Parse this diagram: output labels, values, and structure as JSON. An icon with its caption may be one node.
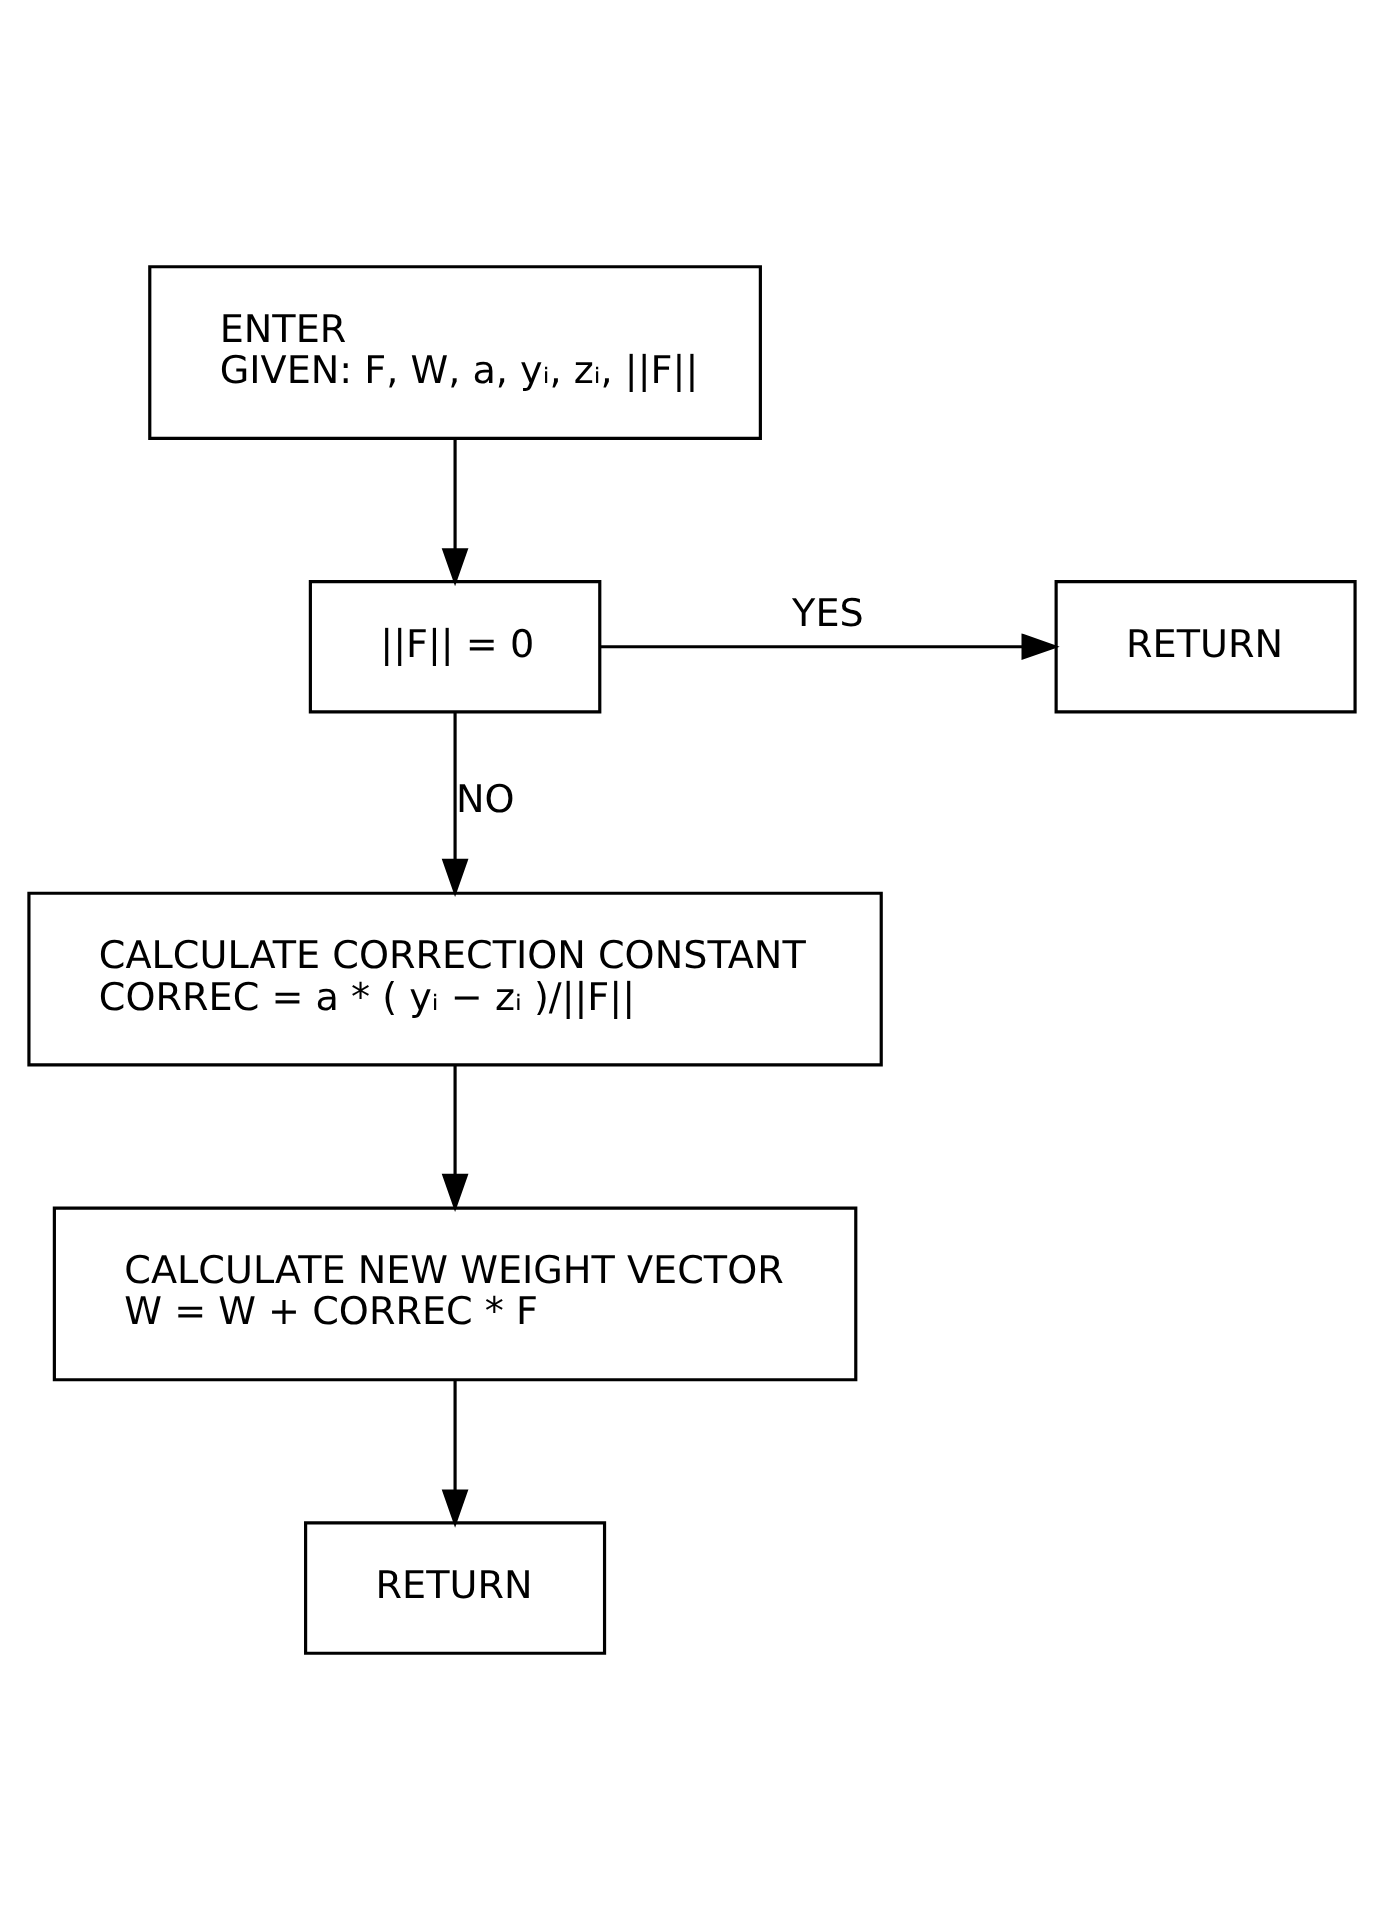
{
  "diagram": {
    "nodes": [
      {
        "text": [
          "ENTER",
          "GIVEN: F, W, a, yᵢ, zᵢ, ||F||"
        ]
      },
      {
        "text": [
          "||F|| = 0"
        ]
      },
      {
        "text": [
          "RETURN"
        ]
      },
      {
        "text": [
          "CALCULATE CORRECTION CONSTANT",
          "CORREC = a * ( yᵢ − zᵢ )/||F||"
        ]
      },
      {
        "text": [
          "CALCULATE NEW WEIGHT VECTOR",
          "W = W + CORREC * F"
        ]
      },
      {
        "text": [
          "RETURN"
        ]
      }
    ],
    "edges": [
      {
        "from": 0,
        "to": 1,
        "arrow": "to"
      },
      {
        "from": 1,
        "to": 2,
        "arrow": "to",
        "label": "YES"
      },
      {
        "from": 1,
        "to": 3,
        "arrow": "to",
        "label": "NO"
      },
      {
        "from": 3,
        "to": 4,
        "arrow": "to"
      },
      {
        "from": 4,
        "to": 5,
        "arrow": "to"
      }
    ]
  }
}
